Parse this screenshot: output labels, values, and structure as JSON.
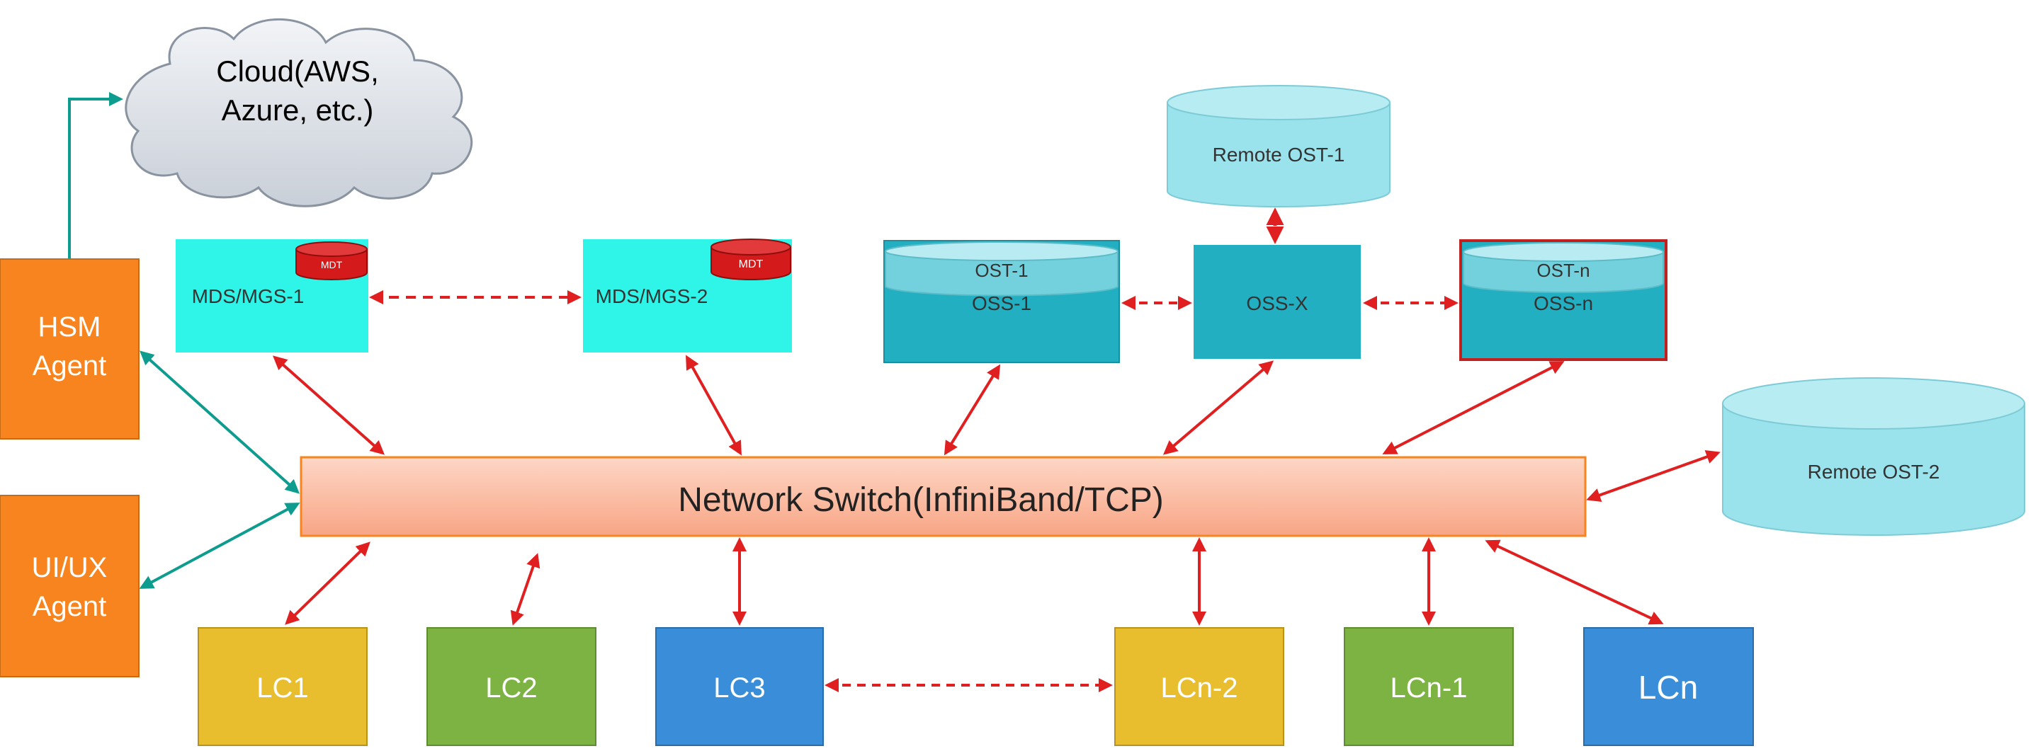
{
  "cloud": {
    "line1": "Cloud(AWS,",
    "line2": "Azure,  etc.)"
  },
  "agents": {
    "hsm": {
      "line1": "HSM",
      "line2": "Agent"
    },
    "uiux": {
      "line1": "UI/UX",
      "line2": "Agent"
    }
  },
  "metadata_servers": [
    {
      "label": "MDS/MGS-1",
      "disk": "MDT"
    },
    {
      "label": "MDS/MGS-2",
      "disk": "MDT"
    }
  ],
  "object_servers": [
    {
      "label": "OSS-1",
      "disk": "OST-1"
    },
    {
      "label": "OSS-X"
    },
    {
      "label": "OSS-n",
      "disk": "OST-n"
    }
  ],
  "remote_osts": [
    {
      "label": "Remote OST-1"
    },
    {
      "label": "Remote OST-2"
    }
  ],
  "network_switch": {
    "label": "Network Switch(InfiniBand/TCP)"
  },
  "clients": [
    {
      "label": "LC1",
      "color": "#E8BE2E"
    },
    {
      "label": "LC2",
      "color": "#7CB342"
    },
    {
      "label": "LC3",
      "color": "#3A8DD8"
    },
    {
      "label": "LCn-2",
      "color": "#E8BE2E"
    },
    {
      "label": "LCn-1",
      "color": "#7CB342"
    },
    {
      "label": "LCn",
      "color": "#3A8DD8"
    }
  ],
  "colors": {
    "agent": "#F7841E",
    "mds": "#2EF5E8",
    "oss": "#22AFC2",
    "remote_ost": "#9BE3EC",
    "switch": "#FBB9A0",
    "link": "#E02020",
    "agent_link": "#0E9C8E"
  }
}
